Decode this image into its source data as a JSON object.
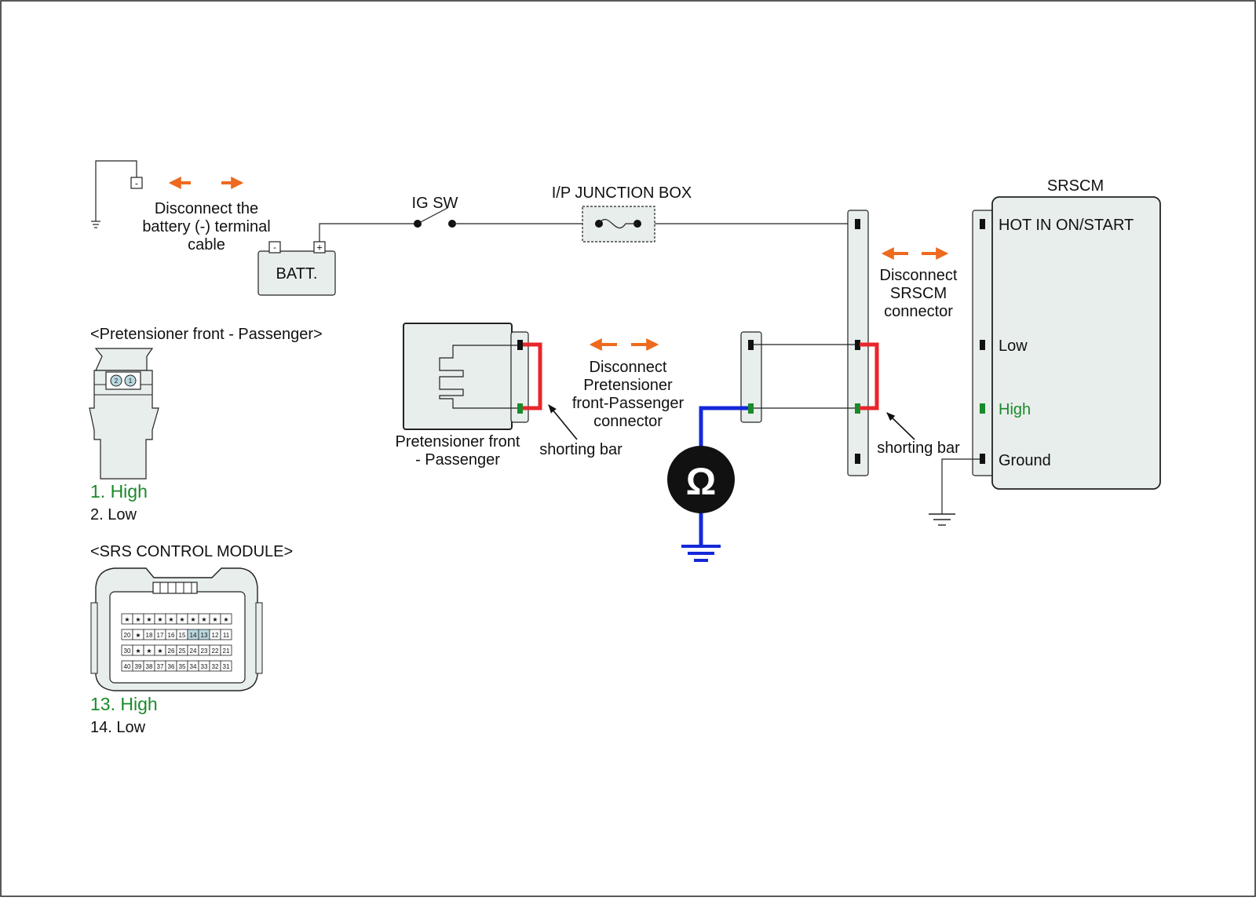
{
  "labels": {
    "disconnect_battery": [
      "Disconnect the",
      "battery (-) terminal",
      "cable"
    ],
    "batt": "BATT.",
    "batt_minus": "-",
    "batt_plus": "+",
    "neg_terminal": "-",
    "ig_sw": "IG SW",
    "junction_box": "I/P JUNCTION BOX",
    "srscm": "SRSCM",
    "hot_in": "HOT IN ON/START",
    "low": "Low",
    "high": "High",
    "ground": "Ground",
    "disconnect_srscm": [
      "Disconnect",
      "SRSCM",
      "connector"
    ],
    "disconnect_pretensioner": [
      "Disconnect",
      "Pretensioner",
      "front-Passenger",
      "connector"
    ],
    "pretensioner_device": [
      "Pretensioner front",
      "- Passenger"
    ],
    "shorting_bar_left": "shorting bar",
    "shorting_bar_right": "shorting bar",
    "ohm": "Ω"
  },
  "connector_views": {
    "pretensioner": {
      "title": "<Pretensioner front - Passenger>",
      "pins": [
        "2",
        "1"
      ],
      "legend": [
        "1. High",
        "2. Low"
      ]
    },
    "srs_module": {
      "title": "<SRS CONTROL MODULE>",
      "rows": [
        [
          "★",
          "★",
          "★",
          "★",
          "★",
          "★",
          "★",
          "★",
          "★",
          "★"
        ],
        [
          "20",
          "★",
          "18",
          "17",
          "16",
          "15",
          "14",
          "13",
          "12",
          "11"
        ],
        [
          "30",
          "★",
          "★",
          "★",
          "26",
          "25",
          "24",
          "23",
          "22",
          "21"
        ],
        [
          "40",
          "39",
          "38",
          "37",
          "36",
          "35",
          "34",
          "33",
          "32",
          "31"
        ]
      ],
      "highlight": [
        "14",
        "13"
      ],
      "legend": [
        "13. High",
        "14. Low"
      ]
    }
  },
  "colors": {
    "high": "#1a8a2a",
    "low_pin": "#111111",
    "shorting_bar": "#e8262b",
    "meter_wire": "#1428d8",
    "arrow": "#ee6a1e",
    "panel_fill": "#e8eeec",
    "pin_highlight": "#b9d7df"
  }
}
